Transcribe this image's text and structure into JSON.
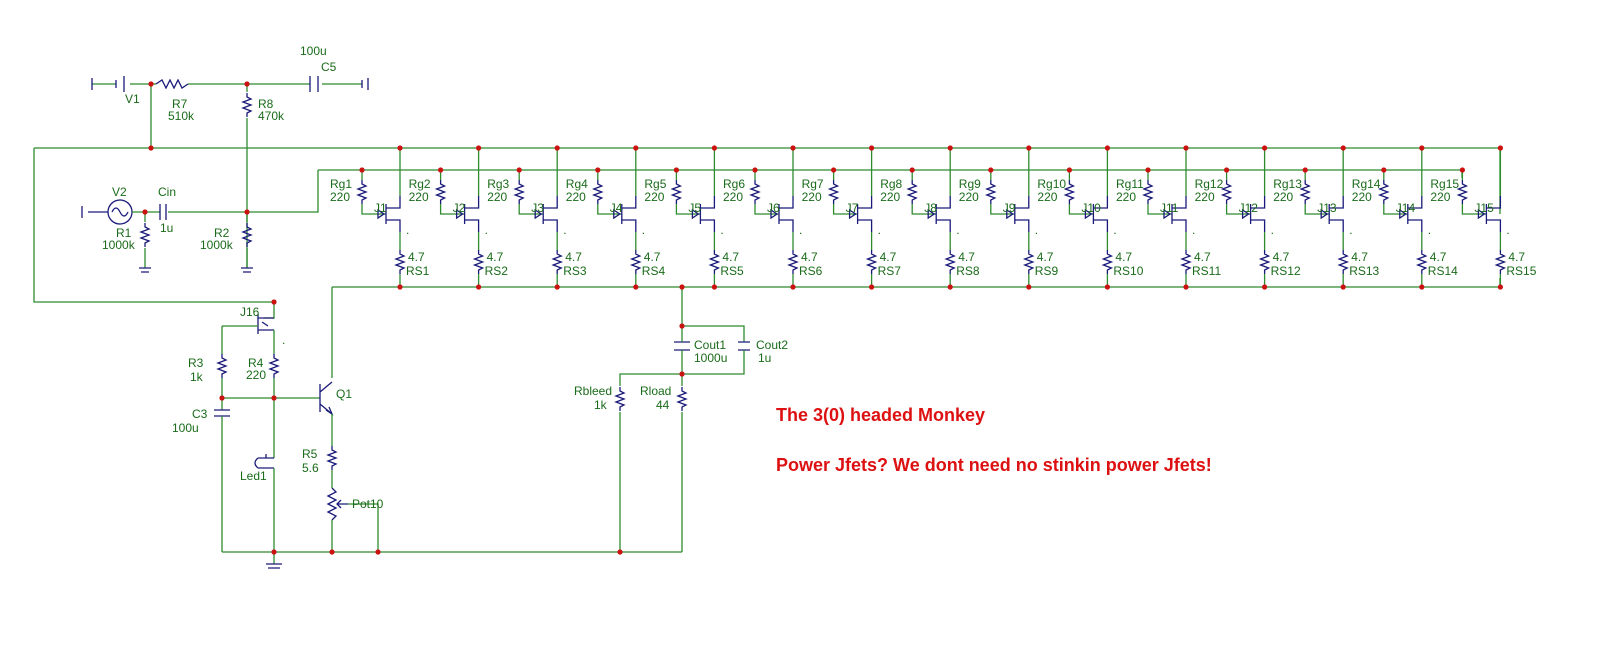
{
  "notes": {
    "title": "The 3(0) headed Monkey",
    "subtitle": "Power Jfets? We dont need no stinkin power Jfets!"
  },
  "labels": {
    "c5_value": "100u",
    "c5": "C5",
    "v1": "V1",
    "r7": "R7",
    "r7_value": "510k",
    "r8": "R8",
    "r8_value": "470k",
    "v2": "V2",
    "cin": "Cin",
    "cin_value": "1u",
    "r1": "R1",
    "r1_value": "1000k",
    "r2": "R2",
    "r2_value": "1000k",
    "j16": "J16",
    "r3": "R3",
    "r3_value": "1k",
    "r4": "R4",
    "r4_value": "220",
    "q1": "Q1",
    "c3": "C3",
    "c3_value": "100u",
    "led1": "Led1",
    "r5": "R5",
    "r5_value": "5.6",
    "pot10": "Pot10",
    "cout1": "Cout1",
    "cout1_value": "1000u",
    "cout2": "Cout2",
    "cout2_value": "1u",
    "rbleed": "Rbleed",
    "rbleed_value": "1k",
    "rload": "Rload",
    "rload_value": "44",
    "dot": "."
  },
  "stages": [
    {
      "rg": "Rg1",
      "rg_value": "220",
      "j": "J1",
      "rs": "RS1",
      "rs_value": "4.7"
    },
    {
      "rg": "Rg2",
      "rg_value": "220",
      "j": "J2",
      "rs": "RS2",
      "rs_value": "4.7"
    },
    {
      "rg": "Rg3",
      "rg_value": "220",
      "j": "J3",
      "rs": "RS3",
      "rs_value": "4.7"
    },
    {
      "rg": "Rg4",
      "rg_value": "220",
      "j": "J4",
      "rs": "RS4",
      "rs_value": "4.7"
    },
    {
      "rg": "Rg5",
      "rg_value": "220",
      "j": "J5",
      "rs": "RS5",
      "rs_value": "4.7"
    },
    {
      "rg": "Rg6",
      "rg_value": "220",
      "j": "J6",
      "rs": "RS6",
      "rs_value": "4.7"
    },
    {
      "rg": "Rg7",
      "rg_value": "220",
      "j": "J7",
      "rs": "RS7",
      "rs_value": "4.7"
    },
    {
      "rg": "Rg8",
      "rg_value": "220",
      "j": "J8",
      "rs": "RS8",
      "rs_value": "4.7"
    },
    {
      "rg": "Rg9",
      "rg_value": "220",
      "j": "J9",
      "rs": "RS9",
      "rs_value": "4.7"
    },
    {
      "rg": "Rg10",
      "rg_value": "220",
      "j": "J10",
      "rs": "RS10",
      "rs_value": "4.7"
    },
    {
      "rg": "Rg11",
      "rg_value": "220",
      "j": "J11",
      "rs": "RS11",
      "rs_value": "4.7"
    },
    {
      "rg": "Rg12",
      "rg_value": "220",
      "j": "J12",
      "rs": "RS12",
      "rs_value": "4.7"
    },
    {
      "rg": "Rg13",
      "rg_value": "220",
      "j": "J13",
      "rs": "RS13",
      "rs_value": "4.7"
    },
    {
      "rg": "Rg14",
      "rg_value": "220",
      "j": "J14",
      "rs": "RS14",
      "rs_value": "4.7"
    },
    {
      "rg": "Rg15",
      "rg_value": "220",
      "j": "J15",
      "rs": "RS15",
      "rs_value": "4.7"
    }
  ],
  "colors": {
    "wire": "#2e8b2e",
    "component": "#1a1a7a",
    "junction": "#cc1111",
    "label": "#1a6b1a",
    "note": "#dd1111"
  }
}
